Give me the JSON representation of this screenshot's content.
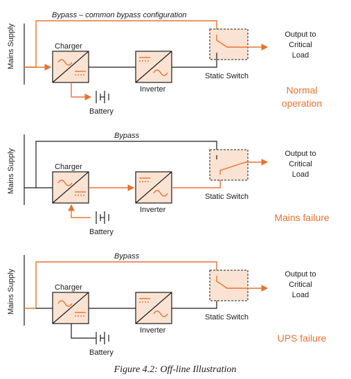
{
  "figure": {
    "caption": "Figure 4.2:  Off-line Illustration",
    "colors": {
      "accent": "#e8722f",
      "fill": "#fbe3d3",
      "line": "#1a1a1a"
    },
    "panels": [
      {
        "bypass_label": "Bypass – common bypass configuration",
        "mains_label": "Mains Supply",
        "charger_label": "Charger",
        "inverter_label": "Inverter",
        "battery_label": "Battery",
        "switch_label": "Static Switch",
        "output_label": [
          "Output to",
          "Critical",
          "Load"
        ],
        "state_label": [
          "Normal",
          "operation"
        ]
      },
      {
        "bypass_label": "Bypass",
        "mains_label": "Mains Supply",
        "charger_label": "Charger",
        "inverter_label": "Inverter",
        "battery_label": "Battery",
        "switch_label": "Static Switch",
        "output_label": [
          "Output to",
          "Critical",
          "Load"
        ],
        "state_label": [
          "Mains failure"
        ]
      },
      {
        "bypass_label": "Bypass",
        "mains_label": "Mains Supply",
        "charger_label": "Charger",
        "inverter_label": "Inverter",
        "battery_label": "Battery",
        "switch_label": "Static Switch",
        "output_label": [
          "Output to",
          "Critical",
          "Load"
        ],
        "state_label": [
          "UPS failure"
        ]
      }
    ]
  }
}
